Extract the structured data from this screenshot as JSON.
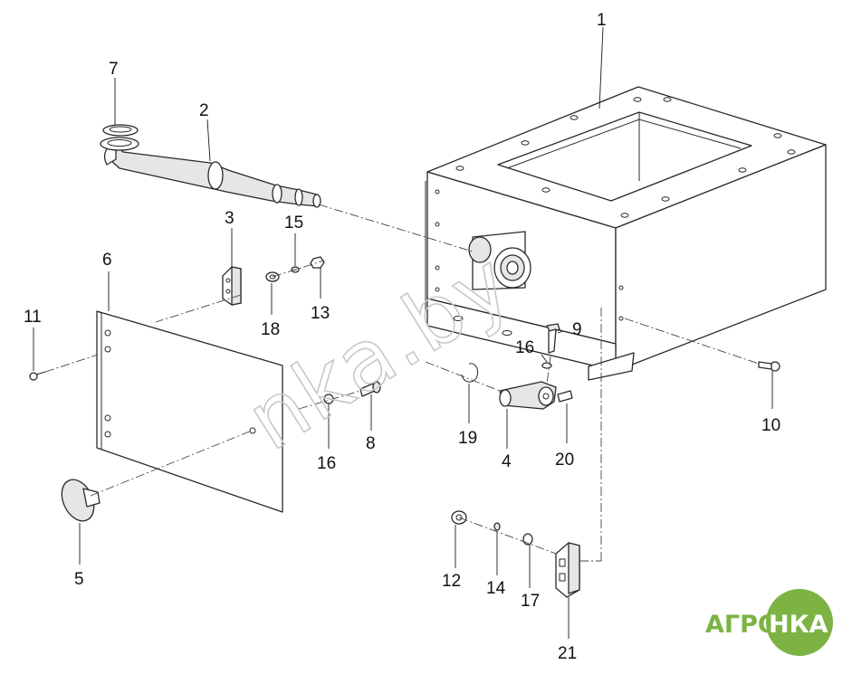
{
  "diagram": {
    "callouts": [
      "1",
      "2",
      "3",
      "4",
      "5",
      "6",
      "7",
      "8",
      "9",
      "10",
      "11",
      "12",
      "13",
      "14",
      "15",
      "16",
      "16",
      "17",
      "18",
      "19",
      "20",
      "21"
    ]
  },
  "watermark": {
    "text": "nka.by"
  },
  "logo": {
    "text_left": "АГРО",
    "text_right": "НКА",
    "color_green": "#7cb342",
    "color_white": "#ffffff"
  }
}
